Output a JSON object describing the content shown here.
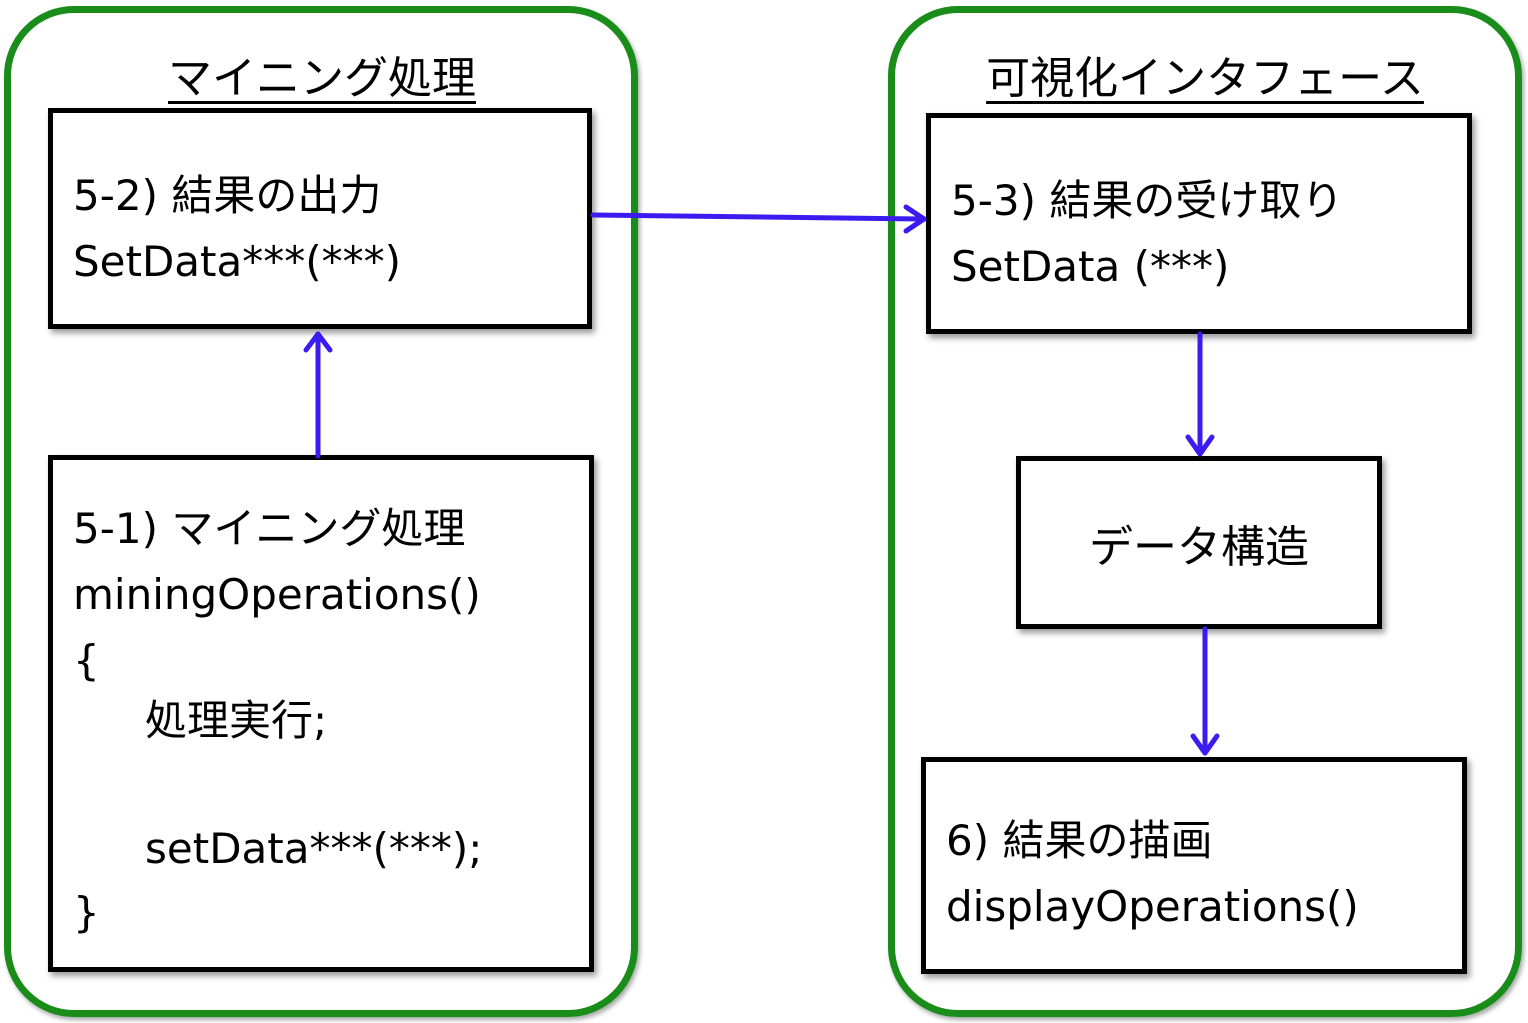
{
  "groups": {
    "mining": {
      "title": "マイニング処理",
      "box_output": {
        "line1": "5-2) 結果の出力",
        "line2": "SetData***(***)"
      },
      "box_mining": {
        "line1": "5-1) マイニング処理",
        "line2": "miningOperations()",
        "line3": "{",
        "line4": "処理実行;",
        "line5": "setData***(***);",
        "line6": "}"
      }
    },
    "visual": {
      "title": "可視化インタフェース",
      "box_receive": {
        "line1": "5-3) 結果の受け取り",
        "line2": "SetData (***)"
      },
      "box_struct": {
        "line1": "データ構造"
      },
      "box_draw": {
        "line1": "6) 結果の描画",
        "line2": "displayOperations()"
      }
    }
  },
  "colors": {
    "group_border": "#1a8c1a",
    "arrow": "#3b1cf0",
    "box_border": "#000000"
  }
}
